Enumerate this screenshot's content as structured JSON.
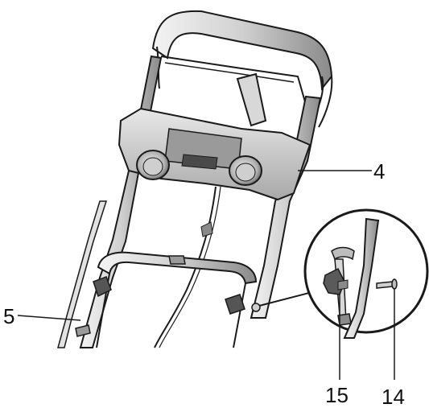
{
  "callouts": [
    {
      "id": "4",
      "text": "4"
    },
    {
      "id": "5",
      "text": "5"
    },
    {
      "id": "15",
      "text": "15"
    },
    {
      "id": "14",
      "text": "14"
    }
  ],
  "colors": {
    "line": "#1a1a1a",
    "metal_light": "#e6e6e6",
    "metal_mid": "#bdbdbd",
    "metal_dark": "#6e6e6e",
    "background": "#ffffff"
  }
}
